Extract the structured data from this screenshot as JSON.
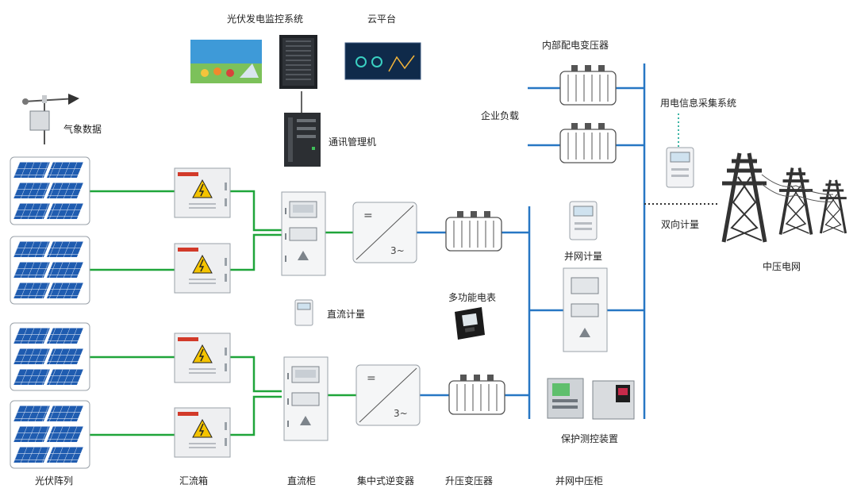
{
  "labels": {
    "monitor_system": "光伏发电监控系统",
    "cloud_platform": "云平台",
    "weather_data": "气象数据",
    "comm_manager": "通讯管理机",
    "internal_transformer": "内部配电变压器",
    "enterprise_load": "企业负载",
    "power_info_system": "用电信息采集系统",
    "bidirectional_metering": "双向计量",
    "medium_voltage_grid": "中压电网",
    "grid_metering": "并网计量",
    "multifunction_meter": "多功能电表",
    "dc_metering": "直流计量",
    "protection_device": "保护测控装置",
    "pv_array": "光伏阵列",
    "combiner_box": "汇流箱",
    "dc_cabinet": "直流柜",
    "central_inverter": "集中式逆变器",
    "step_up_transformer": "升压变压器",
    "grid_mv_cabinet": "并网中压柜"
  },
  "inverter_symbols": {
    "dc": "=",
    "ac": "3~"
  },
  "colors": {
    "dc_line": "#1fa53a",
    "ac_line": "#2777c4",
    "dotted_link": "#3bb4a4",
    "black_line": "#333333"
  }
}
